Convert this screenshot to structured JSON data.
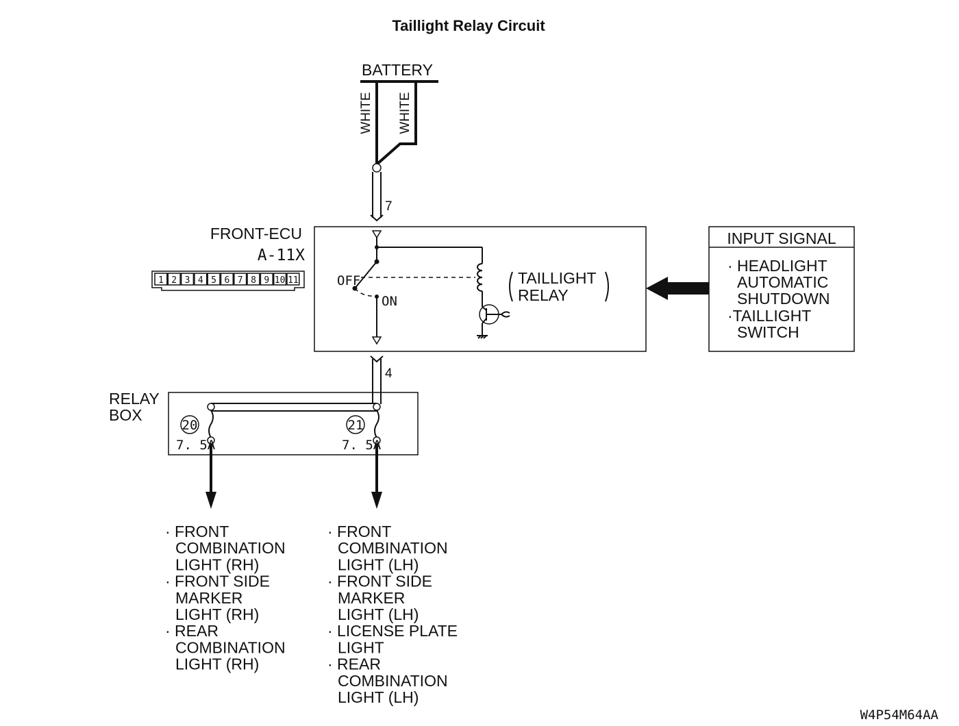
{
  "title": "Taillight Relay Circuit",
  "battery": {
    "label": "BATTERY",
    "wire_left": "WHITE",
    "wire_right": "WHITE"
  },
  "ecu": {
    "name": "FRONT-ECU",
    "connector": "A-11X",
    "pins": [
      "1",
      "2",
      "3",
      "4",
      "5",
      "6",
      "7",
      "8",
      "9",
      "10",
      "11"
    ],
    "terminal_top": "7",
    "terminal_bottom": "4",
    "switch_off": "OFF",
    "switch_on": "ON",
    "relay_label_1": "TAILLIGHT",
    "relay_label_2": "RELAY"
  },
  "input_signal": {
    "header": "INPUT SIGNAL",
    "lines": [
      "· HEADLIGHT",
      "AUTOMATIC",
      "SHUTDOWN",
      "·TAILLIGHT",
      "SWITCH"
    ]
  },
  "relay_box": {
    "label_1": "RELAY",
    "label_2": "BOX",
    "fuse_left": {
      "number": "20",
      "rating": "7. 5A"
    },
    "fuse_right": {
      "number": "21",
      "rating": "7. 5A"
    }
  },
  "loads_rh": [
    "· FRONT",
    "COMBINATION",
    "LIGHT (RH)",
    "· FRONT SIDE",
    "MARKER",
    "LIGHT (RH)",
    "· REAR",
    "COMBINATION",
    "LIGHT (RH)"
  ],
  "loads_lh": [
    "· FRONT",
    "COMBINATION",
    "LIGHT (LH)",
    "· FRONT SIDE",
    "MARKER",
    "LIGHT (LH)",
    "· LICENSE PLATE",
    "LIGHT",
    "· REAR",
    "COMBINATION",
    "LIGHT (LH)"
  ],
  "figure_code": "W4P54M64AA"
}
